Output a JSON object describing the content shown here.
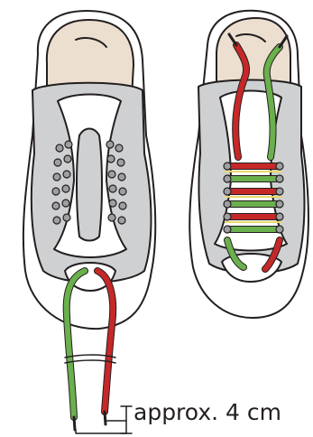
{
  "annotation": {
    "length_label": "approx. 4 cm"
  },
  "colors": {
    "outline": "#231f20",
    "insole": "#ecdfcf",
    "upper": "#cfd0d2",
    "upper_dark": "#b7b8ba",
    "sole": "#ffffff",
    "eyelet": "#9d9fa2",
    "lace_green": "#6ab04c",
    "lace_red": "#c62828",
    "lace_yellow": "#e9d96b",
    "aglet": "#d9d9d9"
  },
  "shoes": [
    {
      "name": "unlaced-shoe",
      "eyelet_rows": 6,
      "eyelets_per_side": 2
    },
    {
      "name": "laced-shoe",
      "cross_laces": 6
    }
  ]
}
